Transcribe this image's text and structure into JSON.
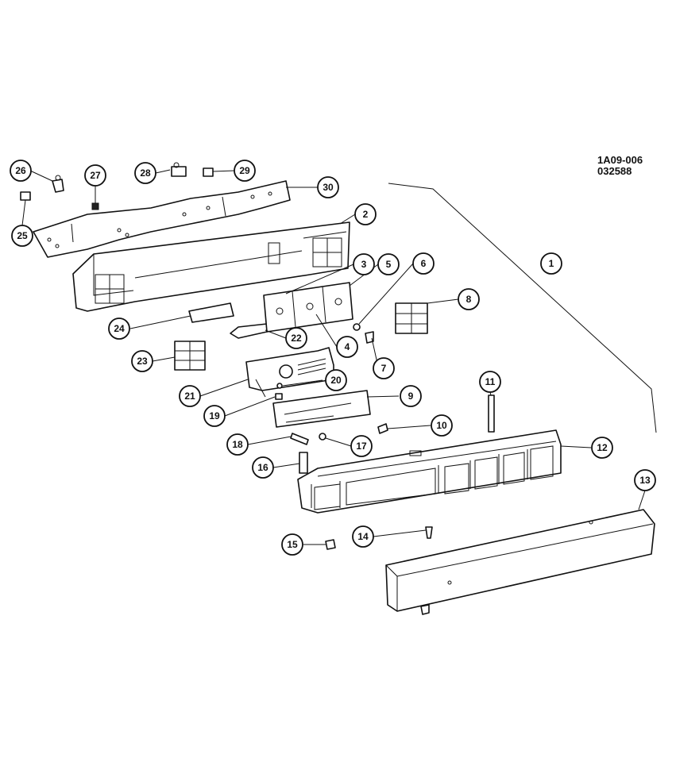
{
  "drawing_code": {
    "line1": "1A09-006",
    "line2": "032588"
  },
  "callouts": [
    {
      "label": "1"
    },
    {
      "label": "2"
    },
    {
      "label": "3"
    },
    {
      "label": "4"
    },
    {
      "label": "5"
    },
    {
      "label": "6"
    },
    {
      "label": "7"
    },
    {
      "label": "8"
    },
    {
      "label": "9"
    },
    {
      "label": "10"
    },
    {
      "label": "11"
    },
    {
      "label": "12"
    },
    {
      "label": "13"
    },
    {
      "label": "14"
    },
    {
      "label": "15"
    },
    {
      "label": "16"
    },
    {
      "label": "17"
    },
    {
      "label": "18"
    },
    {
      "label": "19"
    },
    {
      "label": "20"
    },
    {
      "label": "21"
    },
    {
      "label": "22"
    },
    {
      "label": "23"
    },
    {
      "label": "24"
    },
    {
      "label": "25"
    },
    {
      "label": "26"
    },
    {
      "label": "27"
    },
    {
      "label": "28"
    },
    {
      "label": "29"
    },
    {
      "label": "30"
    }
  ]
}
